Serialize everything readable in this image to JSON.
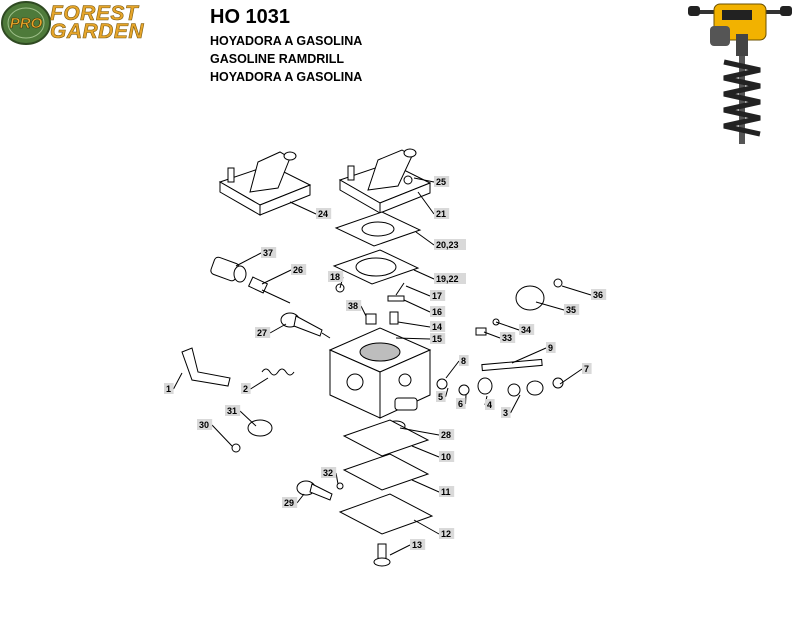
{
  "brand": {
    "badge": "PRO",
    "line1": "FOREST",
    "line2": "GARDEN"
  },
  "header": {
    "model": "HO 1031",
    "subtitles": [
      "HOYADORA A GASOLINA",
      "GASOLINE RAMDRILL",
      "HOYADORA A GASOLINA"
    ]
  },
  "callouts": [
    "1",
    "2",
    "3",
    "4",
    "5",
    "6",
    "7",
    "8",
    "9",
    "10",
    "11",
    "12",
    "13",
    "14",
    "15",
    "16",
    "17",
    "18",
    "19,22",
    "20,23",
    "21",
    "24",
    "25",
    "26",
    "27",
    "28",
    "29",
    "30",
    "31",
    "32",
    "33",
    "34",
    "35",
    "36",
    "37",
    "38"
  ],
  "colors": {
    "brand": "#e6a52a",
    "badge": "#4e7a3a",
    "label_bg": "#d9d9d9",
    "product": "#f2b200"
  }
}
